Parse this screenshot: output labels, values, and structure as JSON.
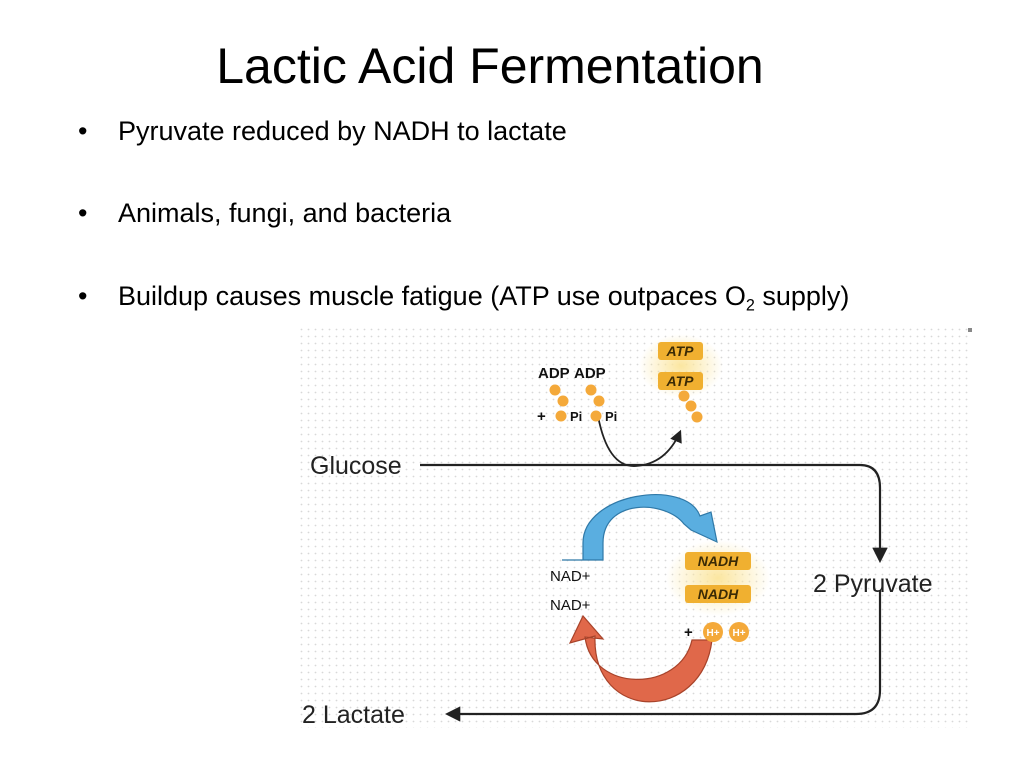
{
  "slide": {
    "title": "Lactic Acid Fermentation",
    "bullet_marker": "•",
    "bullets": [
      {
        "text": "Pyruvate reduced by NADH to lactate"
      },
      {
        "text": "Animals, fungi, and bacteria"
      },
      {
        "text_before": "Buildup causes muscle fatigue (ATP use outpaces O",
        "sub": "2",
        "text_after": " supply)"
      }
    ]
  },
  "diagram": {
    "glucose": "Glucose",
    "pyruvate": "2 Pyruvate",
    "lactate": "2 Lactate",
    "adp": [
      "ADP",
      "ADP"
    ],
    "pi_plus": "+",
    "pi_labels": [
      "Pi",
      "Pi"
    ],
    "atp": [
      "ATP",
      "ATP"
    ],
    "nad": [
      "NAD+",
      "NAD+"
    ],
    "nadh": [
      "NADH",
      "NADH"
    ],
    "h_plus": "+",
    "h_labels": [
      "H+",
      "H+"
    ],
    "colors": {
      "blue_arrow": "#5aaee0",
      "red_arrow": "#e0684a",
      "atp_badge": "#f0b030",
      "atp_glow": "#fbe6a0",
      "phosphate": "#f4a93a",
      "grid_dot": "#d8d8d8",
      "line": "#222222"
    }
  }
}
